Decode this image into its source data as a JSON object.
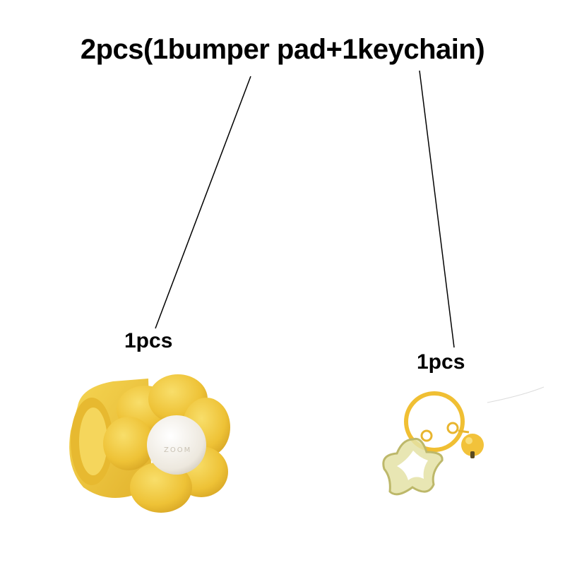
{
  "title": "2pcs(1bumper pad+1keychain)",
  "items": [
    {
      "quantity": "1pcs",
      "product": "bumper pad"
    },
    {
      "quantity": "1pcs",
      "product": "keychain"
    }
  ],
  "colors": {
    "flower_yellow": "#f0c93a",
    "flower_center": "#f4f1ea",
    "ring_yellow": "#f2c23a",
    "star_green": "#c9c57a",
    "text": "#000000"
  }
}
